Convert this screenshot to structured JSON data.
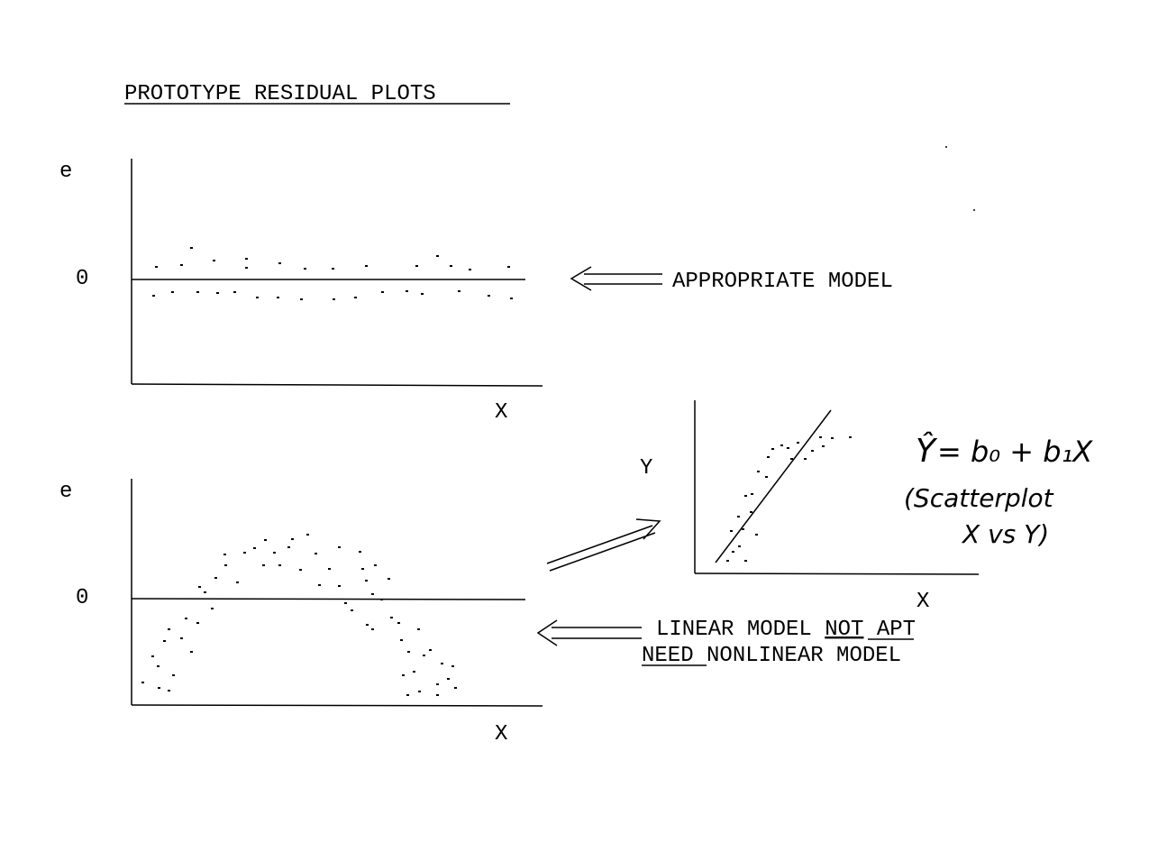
{
  "title": "PROTOTYPE RESIDUAL PLOTS",
  "panels": {
    "top_residual": {
      "y_label": "e",
      "zero_label": "0",
      "x_label": "X",
      "annotation": "APPROPRIATE MODEL",
      "pattern": "horizontal band around zero"
    },
    "bottom_residual": {
      "y_label": "e",
      "zero_label": "0",
      "x_label": "X",
      "annotation_line1_pre": "LINEAR MODEL ",
      "annotation_line1_underlined": "NOT",
      "annotation_line1_post": " APT",
      "annotation_line2_underlined": "NEED",
      "annotation_line2_post": " NONLINEAR MODEL",
      "pattern": "inverted U (curvature)"
    },
    "scatter": {
      "y_label": "Y",
      "x_label": "X",
      "pattern": "curved scatter with fitted straight line"
    }
  },
  "handwritten": {
    "equation_yhat": "Ŷ",
    "equation_rest": "= b₀ + b₁X",
    "note_line1": "(Scatterplot",
    "note_line2": "X vs Y)"
  },
  "colors": {
    "ink": "#000000",
    "background": "#ffffff"
  }
}
